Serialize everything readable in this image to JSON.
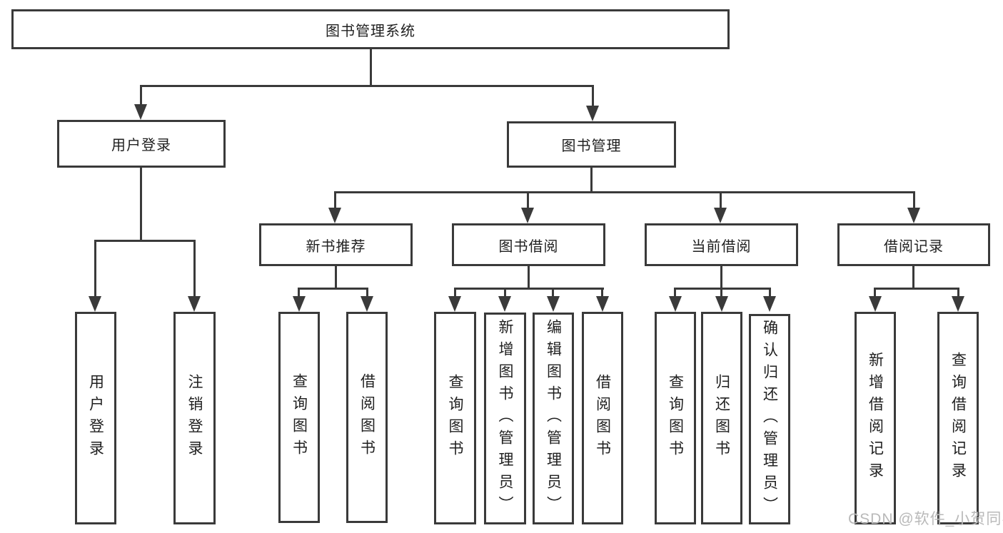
{
  "diagram_type": "hierarchy-tree",
  "colors": {
    "background": "#ffffff",
    "line": "#3a3a3a",
    "text": "#1f1f1f",
    "watermark": "#b9b9b9"
  },
  "nodes": {
    "root": "图书管理系统",
    "user_login": "用户登录",
    "book_mgmt": "图书管理",
    "new_book": "新书推荐",
    "book_borrow": "图书借阅",
    "current_borrow": "当前借阅",
    "borrow_record": "借阅记录",
    "leaves": {
      "user_login": [
        "用户登录",
        "注销登录"
      ],
      "new_book": [
        "查询图书",
        "借阅图书"
      ],
      "book_borrow": [
        "查询图书",
        "新增图书（管理员）",
        "编辑图书（管理员）",
        "借阅图书"
      ],
      "current_borrow": [
        "查询图书",
        "归还图书",
        "确认归还（管理员）"
      ],
      "borrow_record": [
        "新增借阅记录",
        "查询借阅记录"
      ]
    }
  },
  "watermark": "CSDN @软件_小贺同学"
}
